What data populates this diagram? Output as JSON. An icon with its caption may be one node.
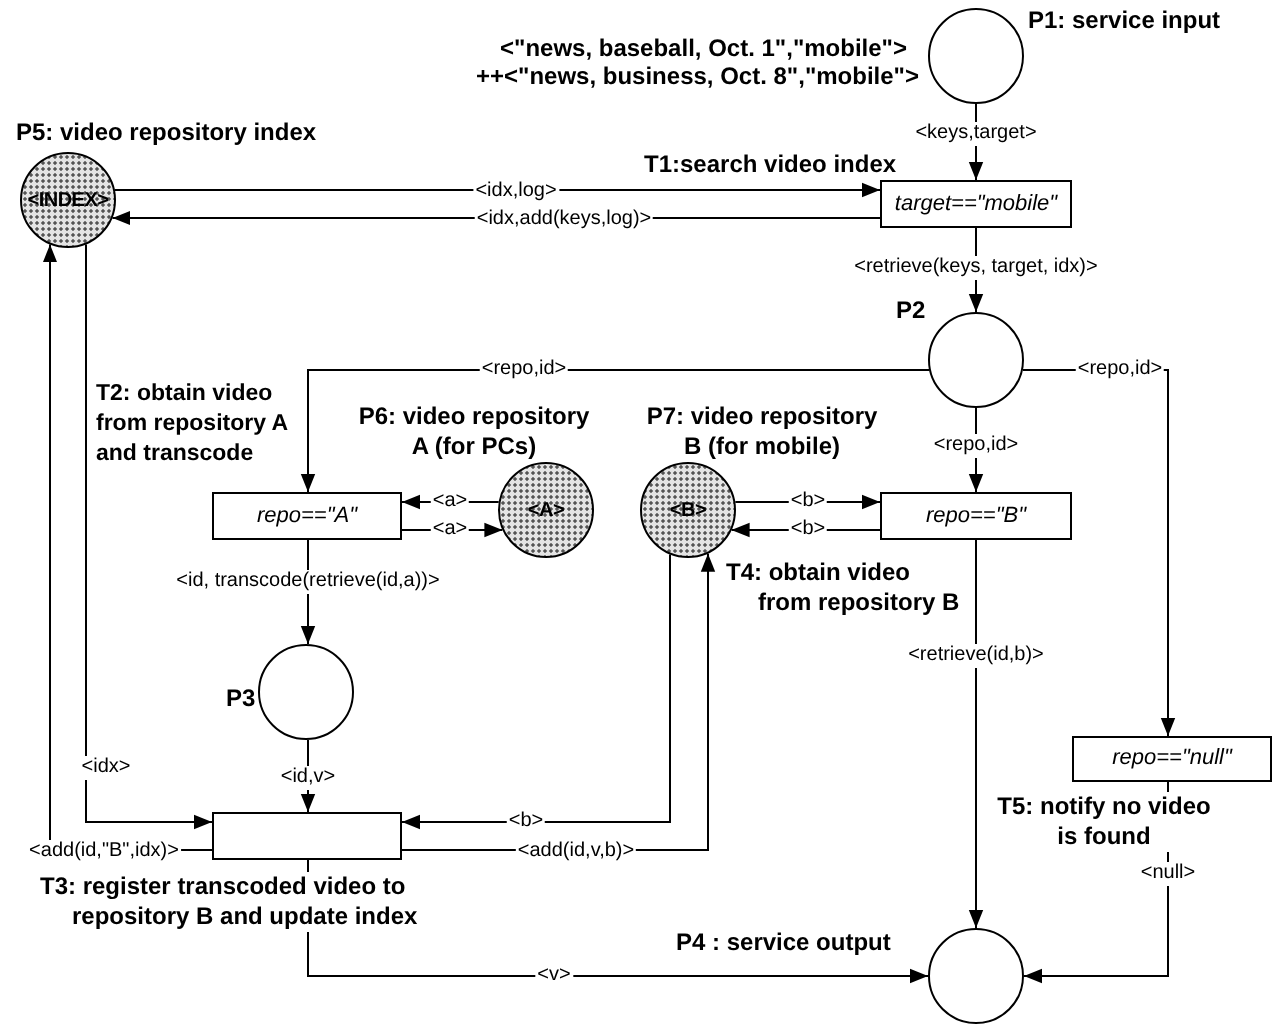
{
  "diagram": {
    "nodes": [
      {
        "text": [
          "P1: service input"
        ],
        "beside": [
          "<\"news, baseball, Oct. 1\",\"mobile\"> ++<\"news, business, Oct. 8\",\"mobile\">"
        ]
      },
      {
        "text": [
          "P5: video repository index",
          "<INDEX>"
        ]
      },
      {
        "text": [
          "T1:search video index",
          "target==\"mobile\""
        ]
      },
      {
        "text": [
          "P2"
        ]
      },
      {
        "text": [
          "T2: obtain video from repository A and transcode",
          "repo==\"A\""
        ]
      },
      {
        "text": [
          "P6: video repository A (for PCs)",
          "<A>"
        ]
      },
      {
        "text": [
          "P7: video repository B (for mobile)",
          "<B>"
        ]
      },
      {
        "text": [
          "repo==\"B\"",
          "T4: obtain video from repository B"
        ]
      },
      {
        "text": [
          "P3"
        ]
      },
      {
        "text": [],
        "shape": "box",
        "beside": [
          "T3: register transcoded video to repository B and update index"
        ]
      },
      {
        "text": [
          "repo==\"null\"",
          "T5: notify no video is found"
        ]
      },
      {
        "text": [
          "P4 : service output"
        ]
      }
    ],
    "edges": [
      {
        "from": 0,
        "to": 2,
        "arrow": "to",
        "label": "<keys,target>"
      },
      {
        "from": 1,
        "to": 2,
        "arrow": "to",
        "label": "<idx,log>"
      },
      {
        "from": 2,
        "to": 1,
        "arrow": "to",
        "label": "<idx,add(keys,log)>"
      },
      {
        "from": 2,
        "to": 3,
        "arrow": "to",
        "label": "<retrieve(keys, target, idx)>"
      },
      {
        "from": 3,
        "to": 4,
        "arrow": "to",
        "label": "<repo,id>"
      },
      {
        "from": 3,
        "to": 7,
        "arrow": "to",
        "label": "<repo,id>"
      },
      {
        "from": 3,
        "to": 10,
        "arrow": "to",
        "label": "<repo,id>"
      },
      {
        "from": 5,
        "to": 4,
        "arrow": "to",
        "label": "<a>"
      },
      {
        "from": 4,
        "to": 5,
        "arrow": "to",
        "label": "<a>"
      },
      {
        "from": 4,
        "to": 8,
        "arrow": "to",
        "label": "<id, transcode(retrieve(id,a))>"
      },
      {
        "from": 6,
        "to": 7,
        "arrow": "to",
        "label": "<b>"
      },
      {
        "from": 7,
        "to": 6,
        "arrow": "to",
        "label": "<b>"
      },
      {
        "from": 7,
        "to": 11,
        "arrow": "to",
        "label": "<retrieve(id,b)>"
      },
      {
        "from": 8,
        "to": 9,
        "arrow": "to",
        "label": "<id,v>"
      },
      {
        "from": 1,
        "to": 9,
        "arrow": "to",
        "label": "<idx>"
      },
      {
        "from": 9,
        "to": 1,
        "arrow": "to",
        "label": "<add(id,\"B\",idx)>"
      },
      {
        "from": 6,
        "to": 9,
        "arrow": "to",
        "label": "<b>"
      },
      {
        "from": 9,
        "to": 6,
        "arrow": "to",
        "label": "<add(id,v,b)>"
      },
      {
        "from": 9,
        "to": 11,
        "arrow": "to",
        "label": "<v>"
      },
      {
        "from": 10,
        "to": 11,
        "arrow": "to",
        "label": "<null>"
      }
    ]
  }
}
